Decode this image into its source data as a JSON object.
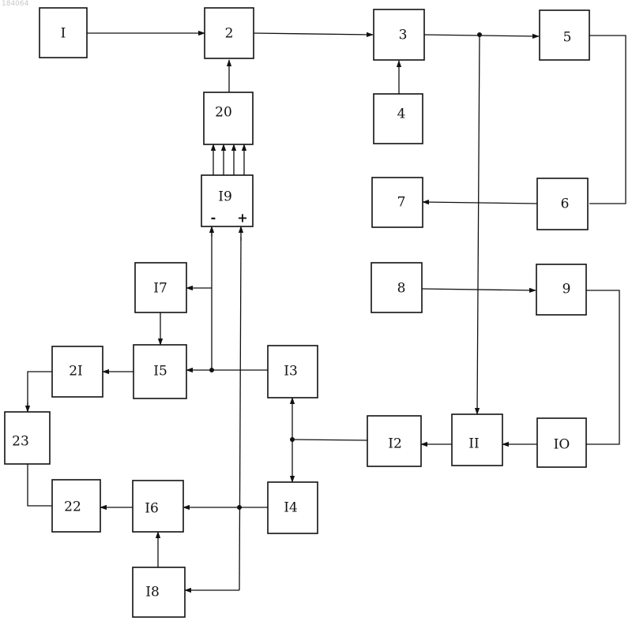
{
  "corner_mark": "184064",
  "blocks": {
    "b1": "I",
    "b2": "2",
    "b3": "3",
    "b4": "4",
    "b5": "5",
    "b6": "6",
    "b7": "7",
    "b8": "8",
    "b9": "9",
    "b10": "IO",
    "b11": "II",
    "b12": "I2",
    "b13": "I3",
    "b14": "I4",
    "b15": "I5",
    "b16": "I6",
    "b17": "I7",
    "b18": "I8",
    "b19": "I9",
    "b20": "20",
    "b21": "2I",
    "b22": "22",
    "b23": "23"
  },
  "signs": {
    "minus": "-",
    "plus": "+"
  }
}
